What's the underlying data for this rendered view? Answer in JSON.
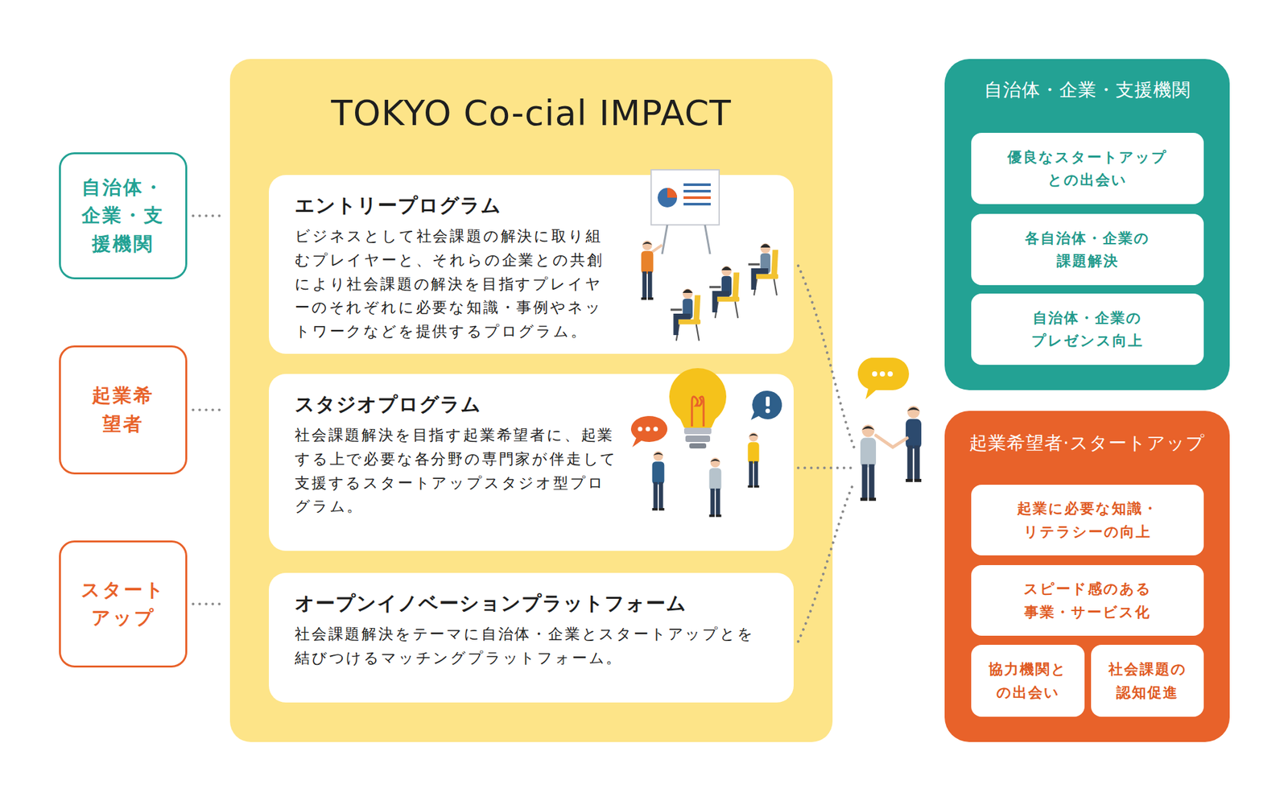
{
  "diagram": {
    "nodes": [
      {
        "text": [
          "自治体・企業・支援機関"
        ]
      },
      {
        "text": [
          "起業希望者"
        ]
      },
      {
        "text": [
          "スタートアップ"
        ]
      },
      {
        "text": [
          "TOKYO Co-cial IMPACT"
        ]
      },
      {
        "text": [
          "エントリープログラム",
          "ビジネスとして社会課題の解決に取り組むプレイヤーと、それらの企業との共創により社会課題の解決を目指すプレイヤーのそれぞれに必要な知識・事例やネットワークなどを提供するプログラム。"
        ],
        "in": 3
      },
      {
        "text": [
          "スタジオプログラム",
          "社会課題解決を目指す起業希望者に、起業する上で必要な各分野の専門家が伴走して支援するスタートアップスタジオ型プログラム。"
        ],
        "in": 3
      },
      {
        "text": [
          "オープンイノベーションプラットフォーム",
          "社会課題解決をテーマに自治体・企業とスタートアップとを結びつけるマッチングプラットフォーム。"
        ],
        "in": 3
      },
      {
        "text": [
          "自治体・企業・支援機関"
        ]
      },
      {
        "text": [
          "優良なスタートアップとの出会い"
        ],
        "in": 7
      },
      {
        "text": [
          "各自治体・企業の課題解決"
        ],
        "in": 7
      },
      {
        "text": [
          "自治体・企業のプレゼンス向上"
        ],
        "in": 7
      },
      {
        "text": [
          "起業希望者·スタートアップ"
        ]
      },
      {
        "text": [
          "起業に必要な知識・リテラシーの向上"
        ],
        "in": 11
      },
      {
        "text": [
          "スピード感のある事業・サービス化"
        ],
        "in": 11
      },
      {
        "text": [
          "協力機関との出会い"
        ],
        "in": 11
      },
      {
        "text": [
          "社会課題の認知促進"
        ],
        "in": 11
      }
    ],
    "edges": [
      {
        "from": 0,
        "to": 3,
        "arrow": "none"
      },
      {
        "from": 1,
        "to": 3,
        "arrow": "none"
      },
      {
        "from": 2,
        "to": 3,
        "arrow": "none"
      }
    ]
  }
}
